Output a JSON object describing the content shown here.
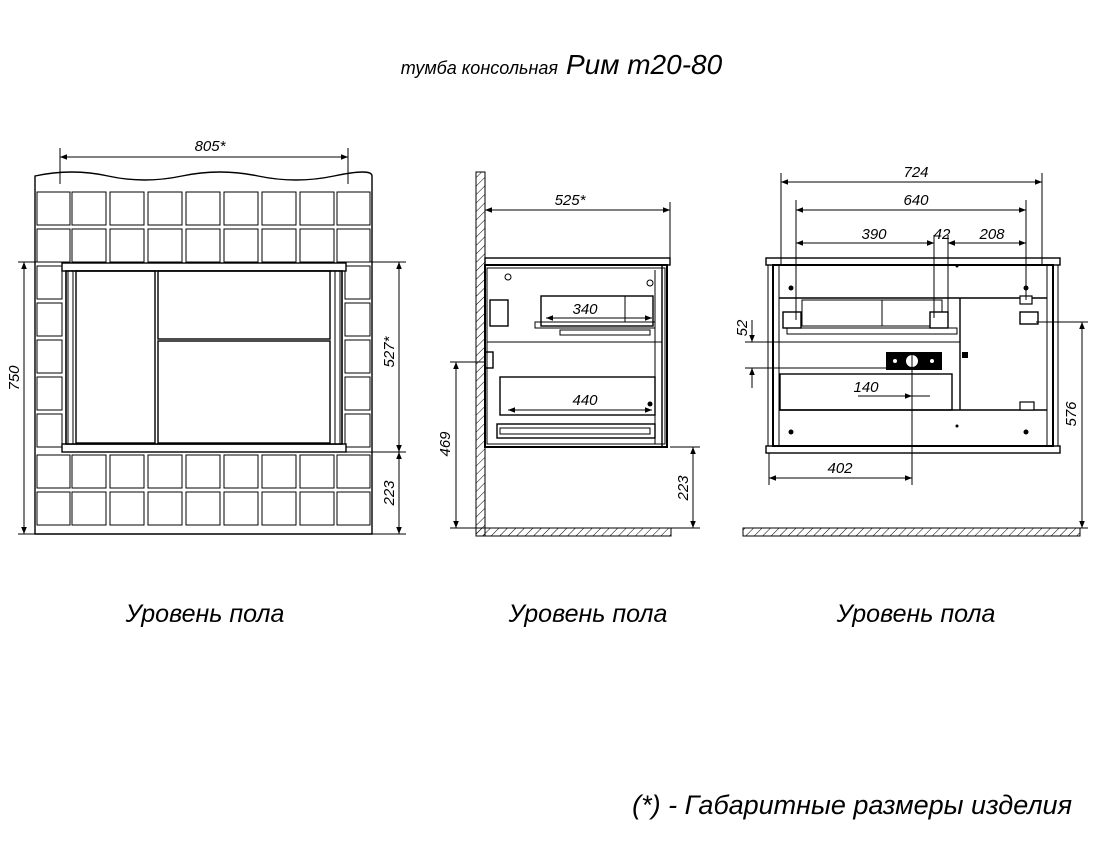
{
  "title": {
    "subtitle": "тумба консольная",
    "model": "Рим т20-80"
  },
  "dimensions": {
    "front_width": "805*",
    "front_total_height": "750",
    "front_body_height": "527*",
    "front_floor_gap": "223",
    "side_depth": "525*",
    "side_drawer1_depth": "340",
    "side_drawer2_depth": "440",
    "side_mount_height": "469",
    "side_floor_gap": "223",
    "back_total_width": "724",
    "back_inner_width": "640",
    "back_left": "390",
    "back_gap": "42",
    "back_right": "208",
    "back_top_offset": "52",
    "back_cutout_width": "140",
    "back_cutout_offset": "402",
    "back_height": "576"
  },
  "labels": {
    "floor_level_1": "Уровень пола",
    "floor_level_2": "Уровень пола",
    "floor_level_3": "Уровень пола",
    "footnote": "(*) - Габаритные размеры изделия"
  }
}
